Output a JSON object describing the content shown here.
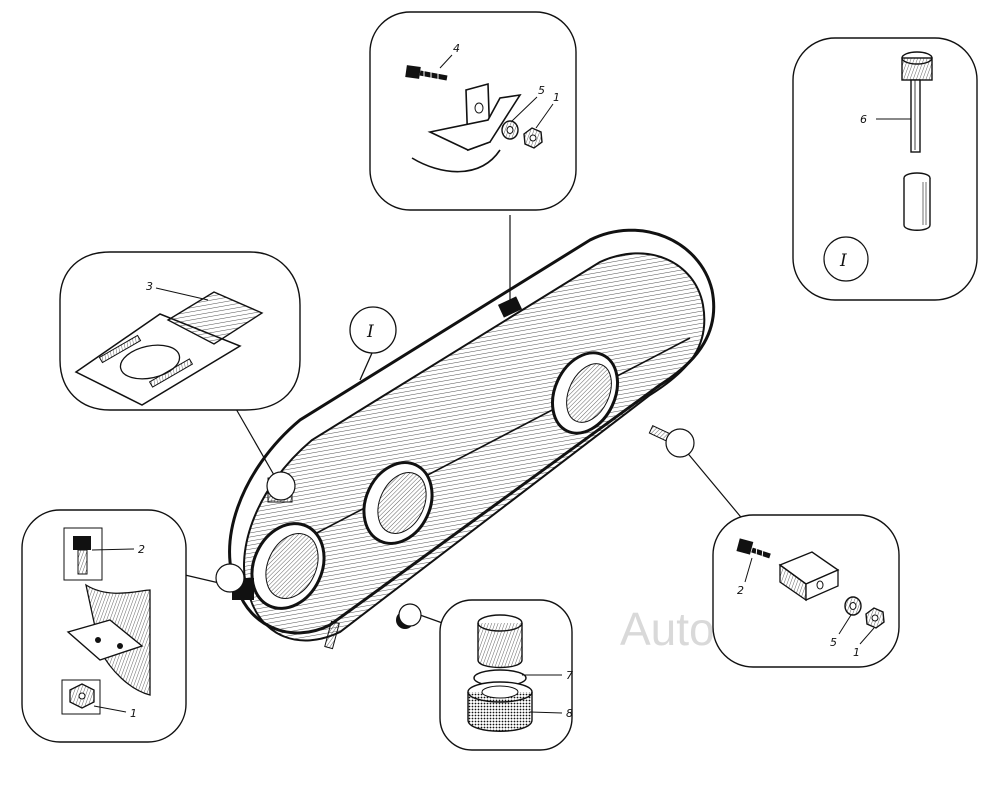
{
  "callouts": {
    "top": {
      "labels": [
        "4",
        "5",
        "1"
      ]
    },
    "top_right": {
      "labels": [
        "6"
      ],
      "roman": "I"
    },
    "left_plate": {
      "labels": [
        "3"
      ]
    },
    "bottom_left": {
      "labels": [
        "2",
        "1"
      ]
    },
    "bottom_mid": {
      "labels": [
        "7",
        "8"
      ]
    },
    "bottom_right": {
      "labels": [
        "2",
        "5",
        "1"
      ]
    }
  },
  "main_roman": "I",
  "watermark": "AutoSoft",
  "colors": {
    "ink": "#111111",
    "paper": "#ffffff",
    "watermark": "#d9d9d9"
  }
}
